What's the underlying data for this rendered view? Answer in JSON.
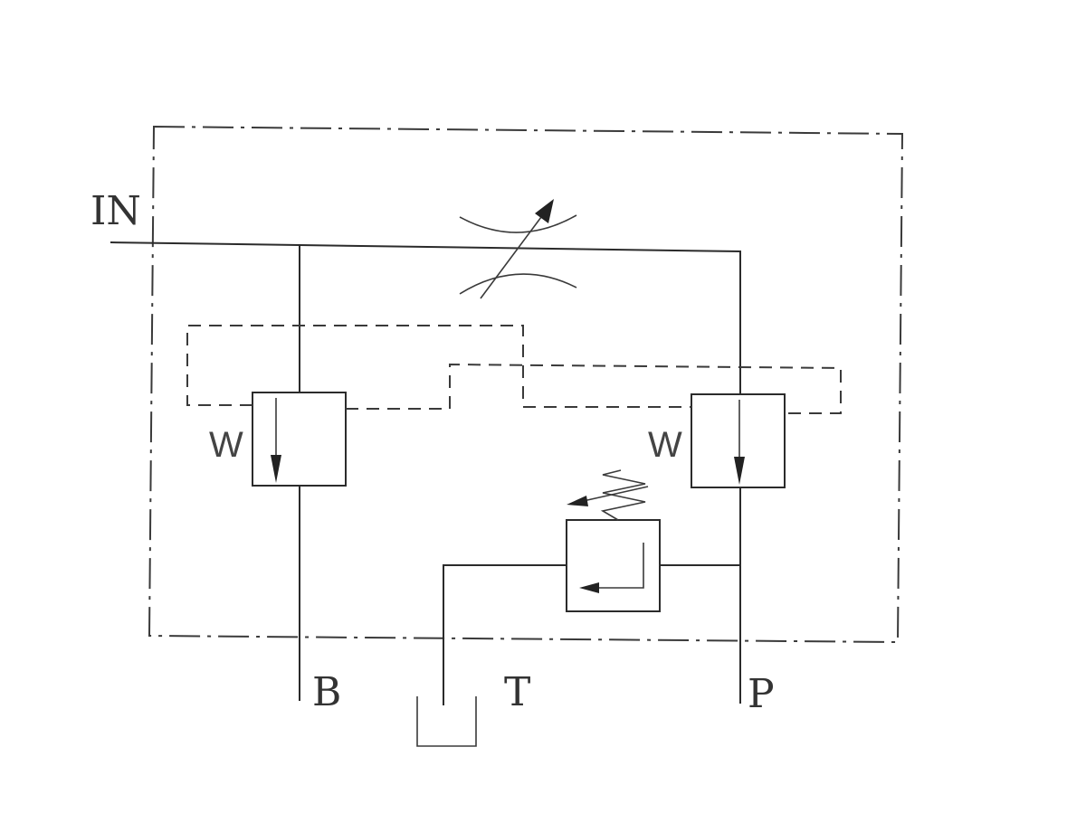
{
  "diagram": {
    "ports": {
      "in": "IN",
      "b": "B",
      "t": "T",
      "p": "P"
    },
    "valve_marks": {
      "left": "W",
      "right": "W"
    },
    "colors": {
      "line": "#2b2b2b",
      "background": "#ffffff"
    }
  }
}
